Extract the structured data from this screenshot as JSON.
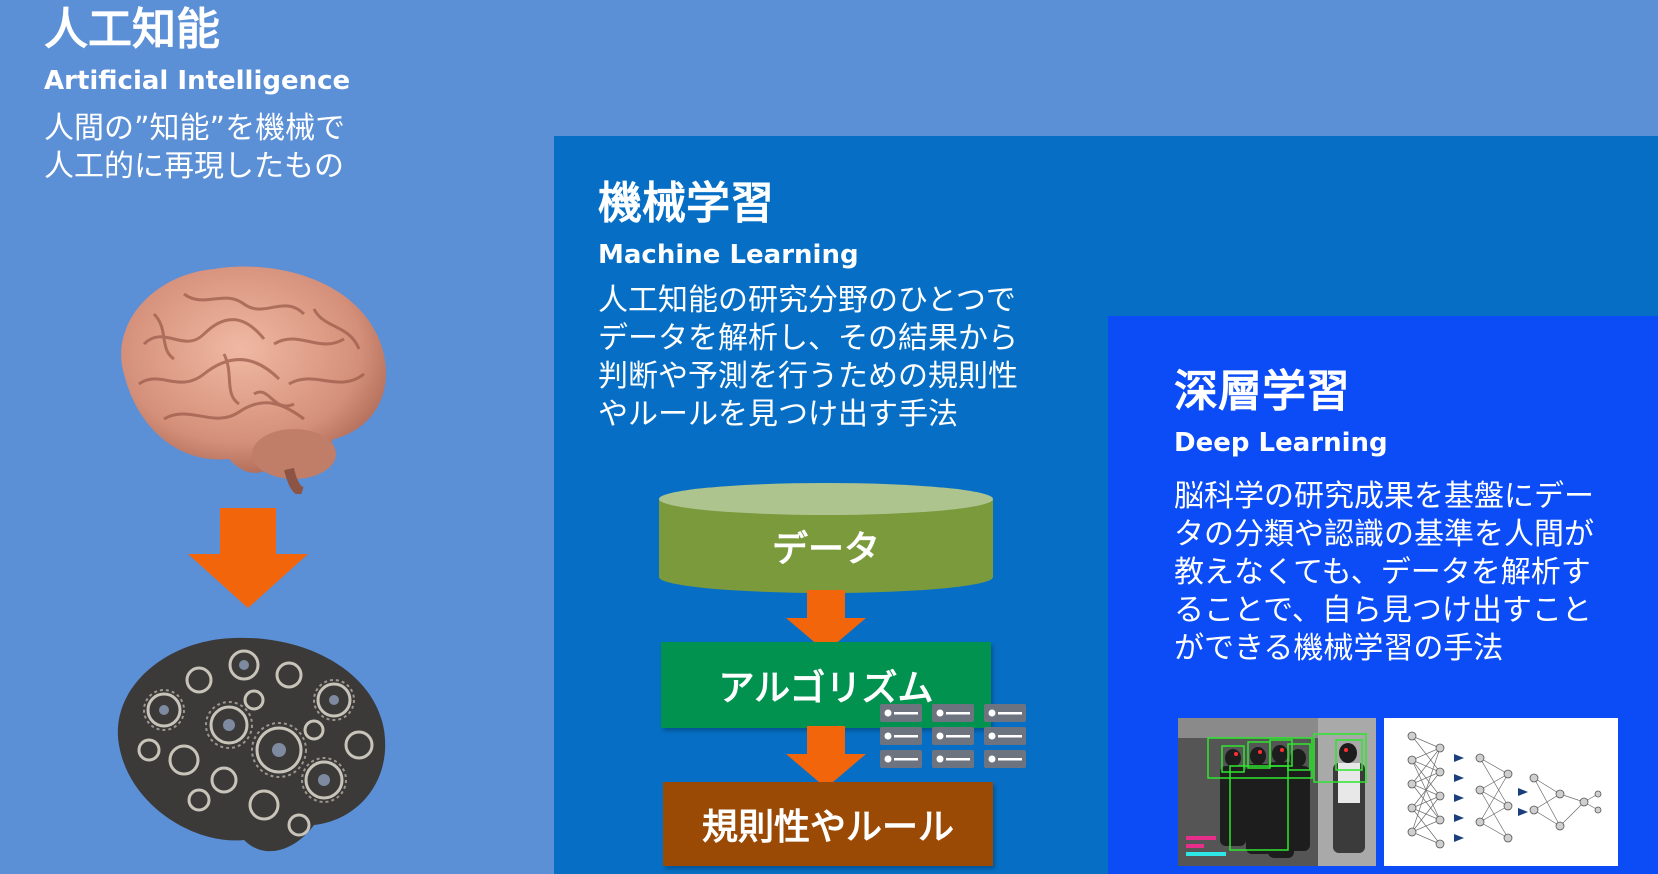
{
  "ai": {
    "title": "人工知能",
    "subtitle": "Artificial Intelligence",
    "description_lines": [
      "人間の”知能”を機械で",
      "人工的に再現したもの"
    ]
  },
  "ml": {
    "title": "機械学習",
    "subtitle": "Machine Learning",
    "description_lines": [
      "人工知能の研究分野のひとつで",
      "データを解析し、その結果から",
      "判断や予測を行うための規則性",
      "やルールを見つけ出す手法"
    ],
    "flow": {
      "data_label": "データ",
      "algorithm_label": "アルゴリズム",
      "rules_label": "規則性やルール"
    }
  },
  "dl": {
    "title": "深層学習",
    "subtitle": "Deep Learning",
    "description_lines": [
      "脳科学の研究成果を基盤にデー",
      "タの分類や認識の基準を人間が",
      "教えなくても、データを解析す",
      "ることで、自ら見つけ出すこと",
      "ができる機械学習の手法"
    ]
  },
  "colors": {
    "background": "#5b8fd6",
    "ml_panel": "#066fc5",
    "dl_panel": "#0b4cf7",
    "arrow": "#f2650a",
    "data_cylinder": "#7a9a3c",
    "algorithm_box": "#00924e",
    "rules_box": "#9a4a05"
  },
  "icons": [
    "brain-icon",
    "gear-brain-icon",
    "server-rack-icon",
    "face-detection-image",
    "neural-network-image"
  ]
}
